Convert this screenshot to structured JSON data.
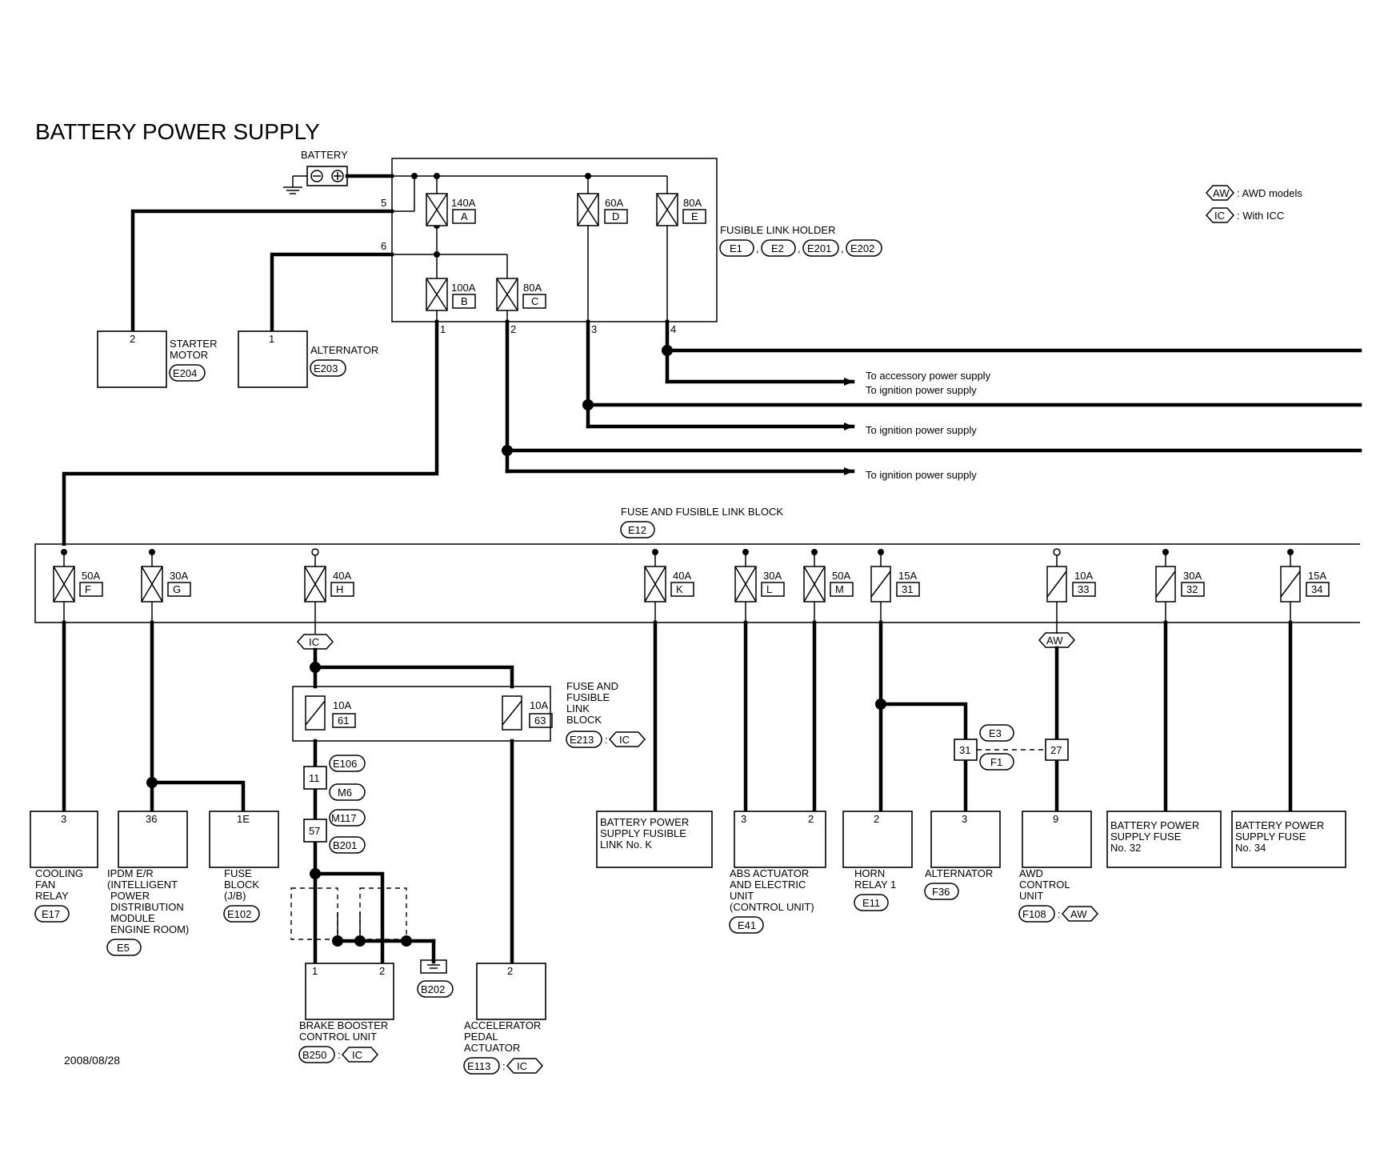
{
  "title": "BATTERY POWER SUPPLY",
  "date": "2008/08/28",
  "battery_label": "BATTERY",
  "legend": [
    {
      "code": "AW",
      "text": ": AWD models"
    },
    {
      "code": "IC",
      "text": ": With ICC"
    }
  ],
  "fusible_link_holder": {
    "label": "FUSIBLE LINK HOLDER",
    "connectors": [
      "E1",
      "E2",
      "E201",
      "E202"
    ],
    "separator": ",",
    "links": [
      {
        "amps": "140A",
        "letter": "A"
      },
      {
        "amps": "60A",
        "letter": "D"
      },
      {
        "amps": "80A",
        "letter": "E"
      },
      {
        "amps": "100A",
        "letter": "B"
      },
      {
        "amps": "80A",
        "letter": "C"
      }
    ],
    "pins": [
      "5",
      "6",
      "1",
      "2",
      "3",
      "4"
    ]
  },
  "starter_motor": {
    "pin": "2",
    "name": [
      "STARTER",
      "MOTOR"
    ],
    "connector": "E204"
  },
  "alternator_top": {
    "pin": "1",
    "name": [
      "ALTERNATOR"
    ],
    "connector": "E203"
  },
  "arrows": [
    {
      "lines": [
        "To accessory power supply",
        "To ignition power supply"
      ]
    },
    {
      "lines": [
        "To ignition power supply"
      ]
    },
    {
      "lines": [
        "To ignition power supply"
      ]
    }
  ],
  "fuse_block": {
    "label": "FUSE AND FUSIBLE LINK BLOCK",
    "connector": "E12",
    "items": [
      {
        "amps": "50A",
        "code": "F"
      },
      {
        "amps": "30A",
        "code": "G"
      },
      {
        "amps": "40A",
        "code": "H"
      },
      {
        "amps": "40A",
        "code": "K"
      },
      {
        "amps": "30A",
        "code": "L"
      },
      {
        "amps": "50A",
        "code": "M"
      },
      {
        "amps": "15A",
        "code": "31"
      },
      {
        "amps": "10A",
        "code": "33"
      },
      {
        "amps": "30A",
        "code": "32"
      },
      {
        "amps": "15A",
        "code": "34"
      }
    ]
  },
  "icc_block": {
    "label": [
      "FUSE AND",
      "FUSIBLE",
      "LINK",
      "BLOCK"
    ],
    "connector": "E213",
    "option": "IC",
    "items": [
      {
        "amps": "10A",
        "code": "61"
      },
      {
        "amps": "10A",
        "code": "63"
      }
    ]
  },
  "joint_connectors": [
    {
      "pin": "11",
      "codes": [
        "E106",
        "M6"
      ]
    },
    {
      "pin": "57",
      "codes": [
        "M117",
        "B201"
      ]
    },
    {
      "pin": "31",
      "codes": [
        "E3",
        "F1"
      ]
    },
    {
      "pin": "27",
      "codes": []
    }
  ],
  "option_tags": {
    "icc": "IC",
    "awd": "AW"
  },
  "ground_connector": "B202",
  "components": [
    {
      "pins": [
        "3"
      ],
      "name": [
        "COOLING",
        "FAN",
        "RELAY"
      ],
      "connector": "E17"
    },
    {
      "pins": [
        "36"
      ],
      "name": [
        "IPDM E/R",
        "(INTELLIGENT",
        "POWER",
        "DISTRIBUTION",
        "MODULE",
        "ENGINE ROOM)"
      ],
      "connector": "E5"
    },
    {
      "pins": [
        "1E"
      ],
      "name": [
        "FUSE",
        "BLOCK",
        "(J/B)"
      ],
      "connector": "E102"
    },
    {
      "pins": [],
      "inside": [
        "BATTERY POWER",
        "SUPPLY FUSIBLE",
        "LINK No. K"
      ]
    },
    {
      "pins": [
        "3",
        "2"
      ],
      "name": [
        "ABS ACTUATOR",
        "AND ELECTRIC",
        "UNIT",
        "(CONTROL UNIT)"
      ],
      "connector": "E41"
    },
    {
      "pins": [
        "2"
      ],
      "name": [
        "HORN",
        "RELAY 1"
      ],
      "connector": "E11"
    },
    {
      "pins": [
        "3"
      ],
      "name": [
        "ALTERNATOR"
      ],
      "connector": "F36"
    },
    {
      "pins": [
        "9"
      ],
      "name": [
        "AWD",
        "CONTROL",
        "UNIT"
      ],
      "connector": "F108",
      "option": "AW"
    },
    {
      "pins": [],
      "inside": [
        "BATTERY POWER",
        "SUPPLY FUSE",
        "No. 32"
      ]
    },
    {
      "pins": [],
      "inside": [
        "BATTERY POWER",
        "SUPPLY FUSE",
        "No. 34"
      ]
    },
    {
      "pins": [
        "1",
        "2"
      ],
      "name": [
        "BRAKE BOOSTER",
        "CONTROL UNIT"
      ],
      "connector": "B250",
      "option": "IC"
    },
    {
      "pins": [
        "2"
      ],
      "name": [
        "ACCELERATOR",
        "PEDAL",
        "ACTUATOR"
      ],
      "connector": "E113",
      "option": "IC"
    }
  ],
  "option_separator": ":"
}
